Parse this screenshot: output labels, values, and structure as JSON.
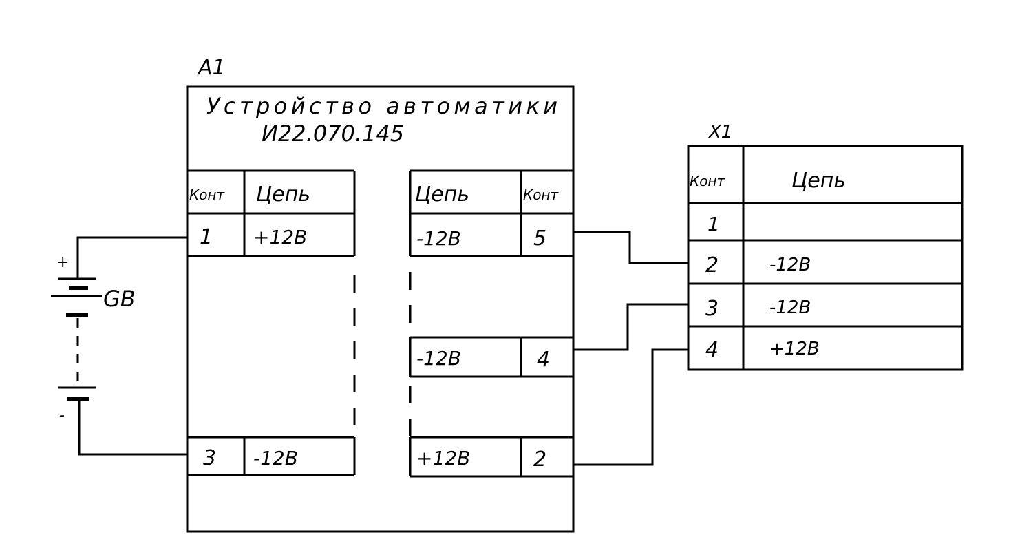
{
  "device": {
    "ref": "A1",
    "title": "Устройство автоматики",
    "code": "И22.070.145",
    "left_table": {
      "headers": [
        "Конт",
        "Цепь"
      ],
      "rows": [
        [
          "1",
          "+12В"
        ],
        [
          "3",
          "-12В"
        ]
      ]
    },
    "right_table": {
      "headers": [
        "Цепь",
        "Конт"
      ],
      "rows": [
        [
          "-12В",
          "5"
        ],
        [
          "-12В",
          "4"
        ],
        [
          "+12В",
          "2"
        ]
      ]
    }
  },
  "connector": {
    "ref": "X1",
    "headers": [
      "Конт",
      "Цепь"
    ],
    "rows": [
      [
        "1",
        ""
      ],
      [
        "2",
        "-12В"
      ],
      [
        "3",
        "-12В"
      ],
      [
        "4",
        "+12В"
      ]
    ]
  },
  "battery": {
    "ref": "GB",
    "plus": "+",
    "minus": "-"
  }
}
